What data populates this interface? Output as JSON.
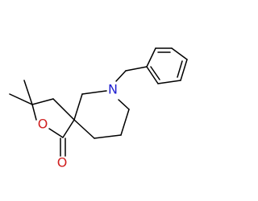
{
  "molecule": {
    "atom_labels": {
      "N": {
        "text": "N",
        "color": "#1f1fd0"
      },
      "O_ring": {
        "text": "O",
        "color": "#d01f1f"
      },
      "O_carbonyl": {
        "text": "O",
        "color": "#d01f1f"
      }
    },
    "bond_color": "#000000",
    "background": "#ffffff"
  }
}
